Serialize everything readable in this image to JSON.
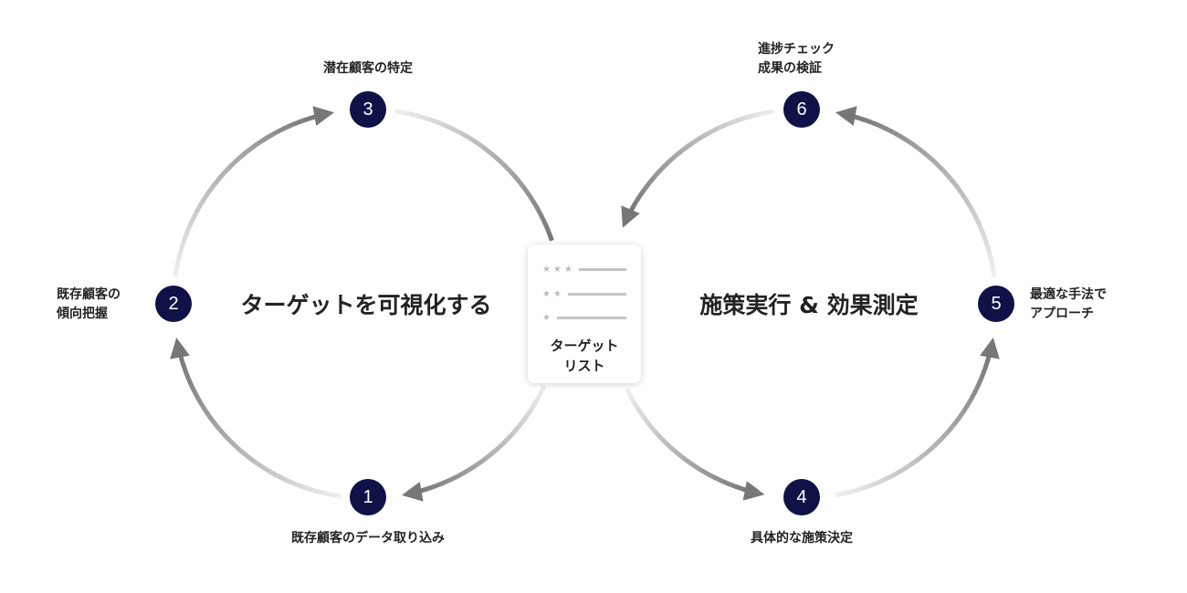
{
  "left_cycle": {
    "title": "ターゲットを可視化する"
  },
  "right_cycle": {
    "title": "施策実行 & 効果測定"
  },
  "nodes": [
    {
      "number": "1",
      "label": [
        "既存顧客のデータ取り込み"
      ]
    },
    {
      "number": "2",
      "label": [
        "既存顧客の",
        "傾向把握"
      ]
    },
    {
      "number": "3",
      "label": [
        "潜在顧客の特定"
      ]
    },
    {
      "number": "4",
      "label": [
        "具体的な施策決定"
      ]
    },
    {
      "number": "5",
      "label": [
        "最適な手法で",
        "アプローチ"
      ]
    },
    {
      "number": "6",
      "label": [
        "進捗チェック",
        "成果の検証"
      ]
    }
  ],
  "card": {
    "title": [
      "ターゲット",
      "リスト"
    ],
    "rows": [
      {
        "stars": "★★★"
      },
      {
        "stars": "★★"
      },
      {
        "stars": "★"
      }
    ]
  },
  "colors": {
    "node": "#0f1147",
    "arc_light": "#eeeeee",
    "arc_dark": "#777777"
  }
}
